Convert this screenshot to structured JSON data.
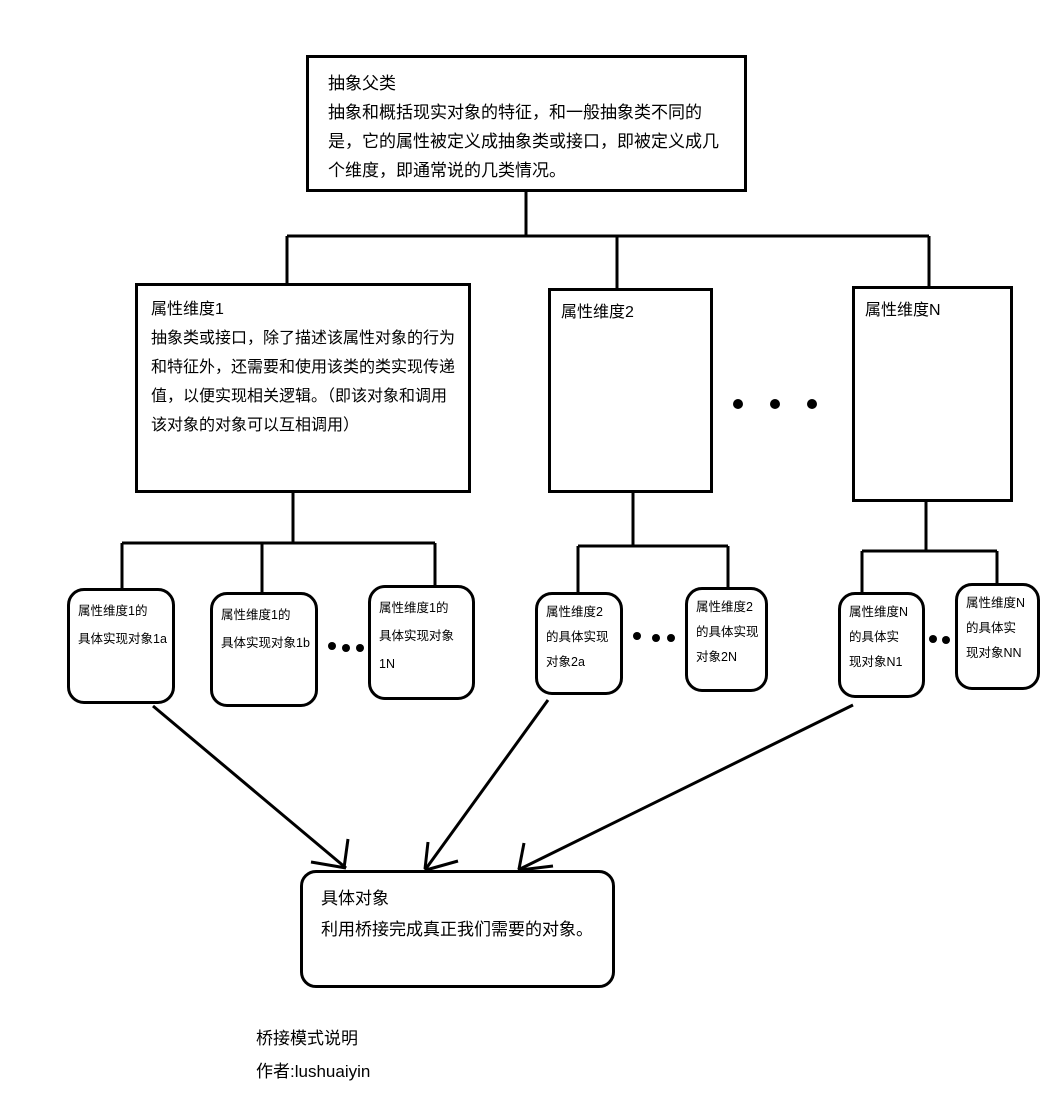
{
  "diagram": {
    "colors": {
      "stroke": "#000000",
      "background": "#ffffff",
      "text": "#000000"
    },
    "nodes": {
      "abstract": {
        "title": "抽象父类",
        "body": "抽象和概括现实对象的特征，和一般抽象类不同的是，它的属性被定义成抽象类或接口，即被定义成几个维度，即通常说的几类情况。"
      },
      "dim1": {
        "title": "属性维度1",
        "body": "抽象类或接口，除了描述该属性对象的行为和特征外，还需要和使用该类的类实现传递值，以便实现相关逻辑。（即该对象和调用该对象的对象可以互相调用）"
      },
      "dim2": {
        "title": "属性维度2"
      },
      "dimN": {
        "title": "属性维度N"
      },
      "impls": [
        {
          "id": "1a",
          "text": "属性维度1的\n具体实现对象1a"
        },
        {
          "id": "1b",
          "text": "属性维度1的\n具体实现对象1b"
        },
        {
          "id": "1N",
          "text": "属性维度1的\n具体实现对象1N"
        },
        {
          "id": "2a",
          "text": "属性维度2\n的具体实现\n对象2a"
        },
        {
          "id": "2N",
          "text": "属性维度2\n的具体实现\n对象2N"
        },
        {
          "id": "N1",
          "text": "属性维度N\n的具体实\n现对象N1"
        },
        {
          "id": "NN",
          "text": "属性维度N\n的具体实\n现对象NN"
        }
      ],
      "concrete": {
        "title": "具体对象",
        "body": "利用桥接完成真正我们需要的对象。"
      }
    },
    "icons": {
      "ellipsis_dots": "…（省略更多同类节点）"
    },
    "footer": {
      "line1": "桥接模式说明",
      "line2": "作者:lushuaiyin"
    }
  }
}
